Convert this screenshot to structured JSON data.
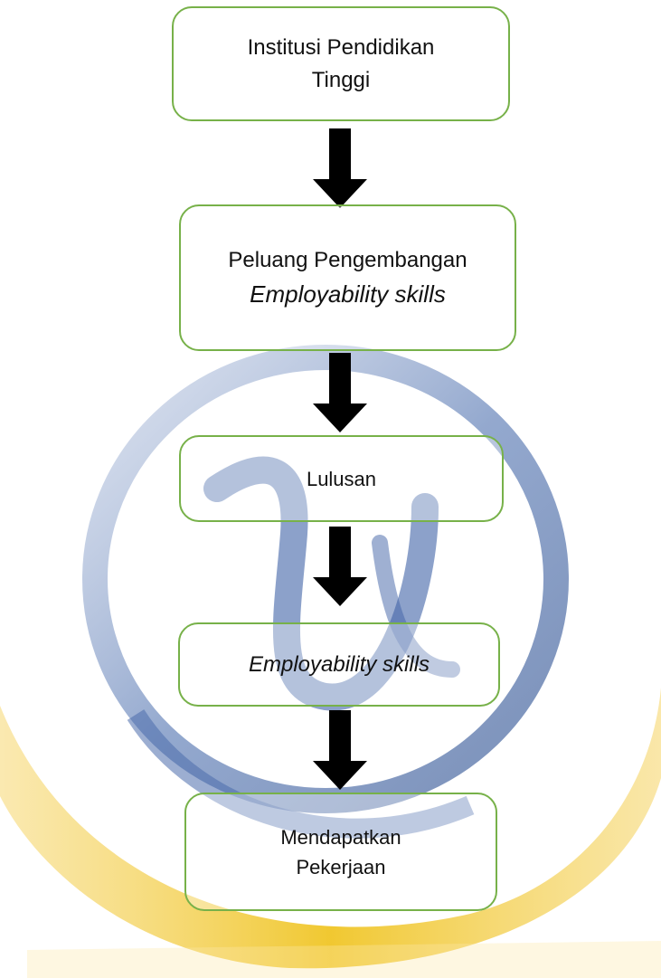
{
  "boxes": [
    {
      "lines": [
        "Institusi Pendidikan",
        "Tinggi"
      ]
    },
    {
      "lines": [
        "Peluang Pengembangan",
        "Employability skills"
      ]
    },
    {
      "lines": [
        "Lulusan"
      ]
    },
    {
      "lines": [
        "Employability skills"
      ]
    },
    {
      "lines": [
        "Mendapatkan",
        "Pekerjaan"
      ]
    }
  ],
  "colors": {
    "box_border": "#77b149",
    "arrow": "#000000",
    "watermark_ring": "#3a5a9c",
    "watermark_swoosh": "#f0c419"
  },
  "icons": {
    "arrow": "down-arrow-icon",
    "watermark": "logo-watermark-icon"
  }
}
